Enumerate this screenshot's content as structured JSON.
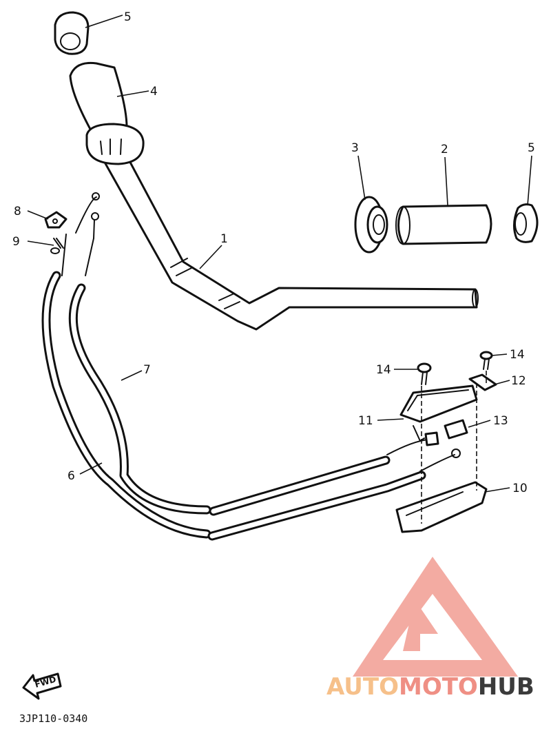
{
  "diagram_code": "3JP110-0340",
  "fwd_label": "FWD",
  "callouts": {
    "c1": "1",
    "c2": "2",
    "c3": "3",
    "c4": "4",
    "c5_top": "5",
    "c5_right": "5",
    "c6": "6",
    "c7": "7",
    "c8": "8",
    "c9": "9",
    "c10": "10",
    "c11": "11",
    "c12": "12",
    "c13": "13",
    "c14_left": "14",
    "c14_right": "14"
  },
  "watermark": {
    "part1": "AUTO",
    "part2": "MOTO",
    "part3": "HUB",
    "color_light": "#f6c08a",
    "color_accent": "#ef8f84",
    "color_dark": "#3b3b3b"
  }
}
